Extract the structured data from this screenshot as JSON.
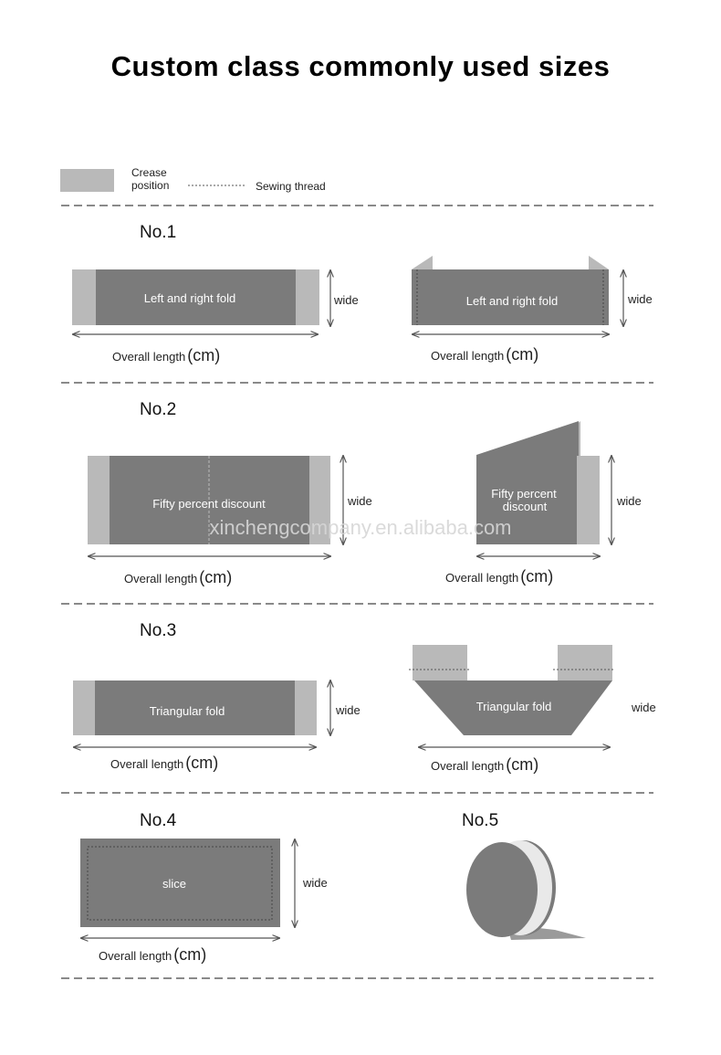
{
  "title": "Custom class commonly used sizes",
  "watermark": "xinchengcompany.en.alibaba.com",
  "legend": {
    "crease_line1": "Crease",
    "crease_line2": "position",
    "sewing": "Sewing thread"
  },
  "labels": {
    "wide": "wide",
    "overall_length": "Overall length",
    "unit": "(cm)"
  },
  "sections": [
    {
      "number": "No.1",
      "caption": "Left and right fold"
    },
    {
      "number": "No.2",
      "caption_flat": "Fifty percent discount",
      "caption_fold_line1": "Fifty percent",
      "caption_fold_line2": "discount"
    },
    {
      "number": "No.3",
      "caption": "Triangular fold"
    },
    {
      "number": "No.4",
      "caption": "slice"
    },
    {
      "number": "No.5"
    }
  ],
  "colors": {
    "body": "#7b7b7b",
    "crease": "#b9b9b9",
    "line": "#555555"
  }
}
